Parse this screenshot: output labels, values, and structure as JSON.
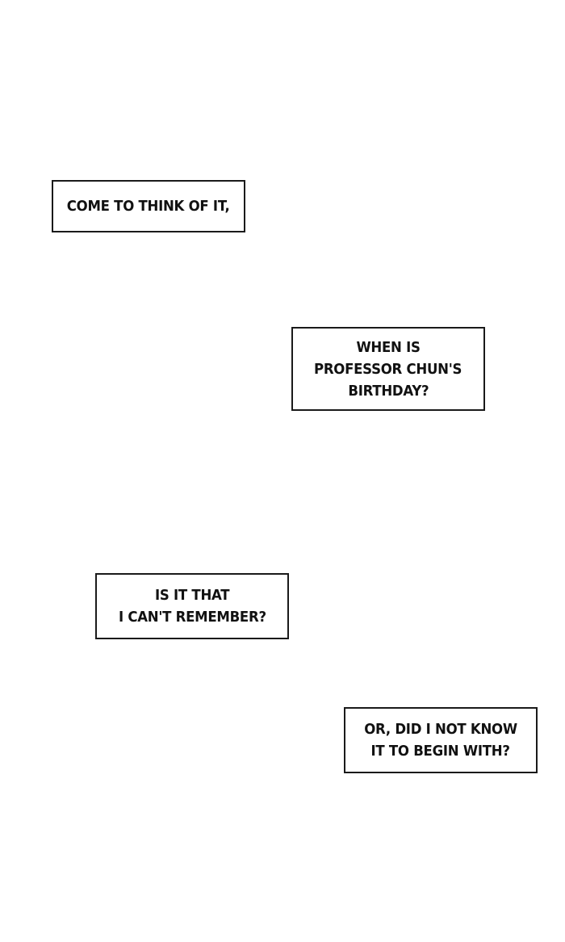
{
  "page": {
    "background": "#ffffff",
    "border_color": "#1a1a1a",
    "text_color": "#111111"
  },
  "captions": [
    {
      "lines": [
        "COME TO THINK OF IT,"
      ]
    },
    {
      "lines": [
        "WHEN IS",
        "PROFESSOR CHUN'S",
        "BIRTHDAY?"
      ]
    },
    {
      "lines": [
        "IS IT THAT",
        "I CAN'T REMEMBER?"
      ]
    },
    {
      "lines": [
        "OR, DID I NOT KNOW",
        "IT TO BEGIN WITH?"
      ]
    }
  ]
}
